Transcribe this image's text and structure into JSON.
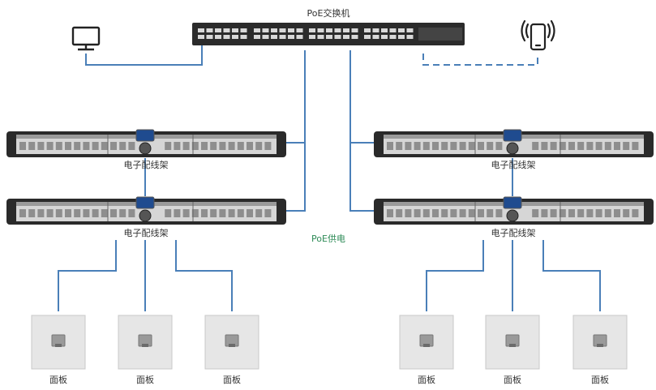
{
  "switch": {
    "label": "PoE交换机"
  },
  "poe_label": "PoE供电",
  "patch_panel_label": "电子配线架",
  "panel_label": "面板",
  "colors": {
    "link_blue": "#4a7fb8",
    "poe_green": "#2e8b57",
    "device_dark": "#2a2a2a"
  },
  "icons": [
    "monitor-icon",
    "smartphone-wifi-icon",
    "poe-switch-icon",
    "patch-panel-icon",
    "wall-panel-icon"
  ]
}
